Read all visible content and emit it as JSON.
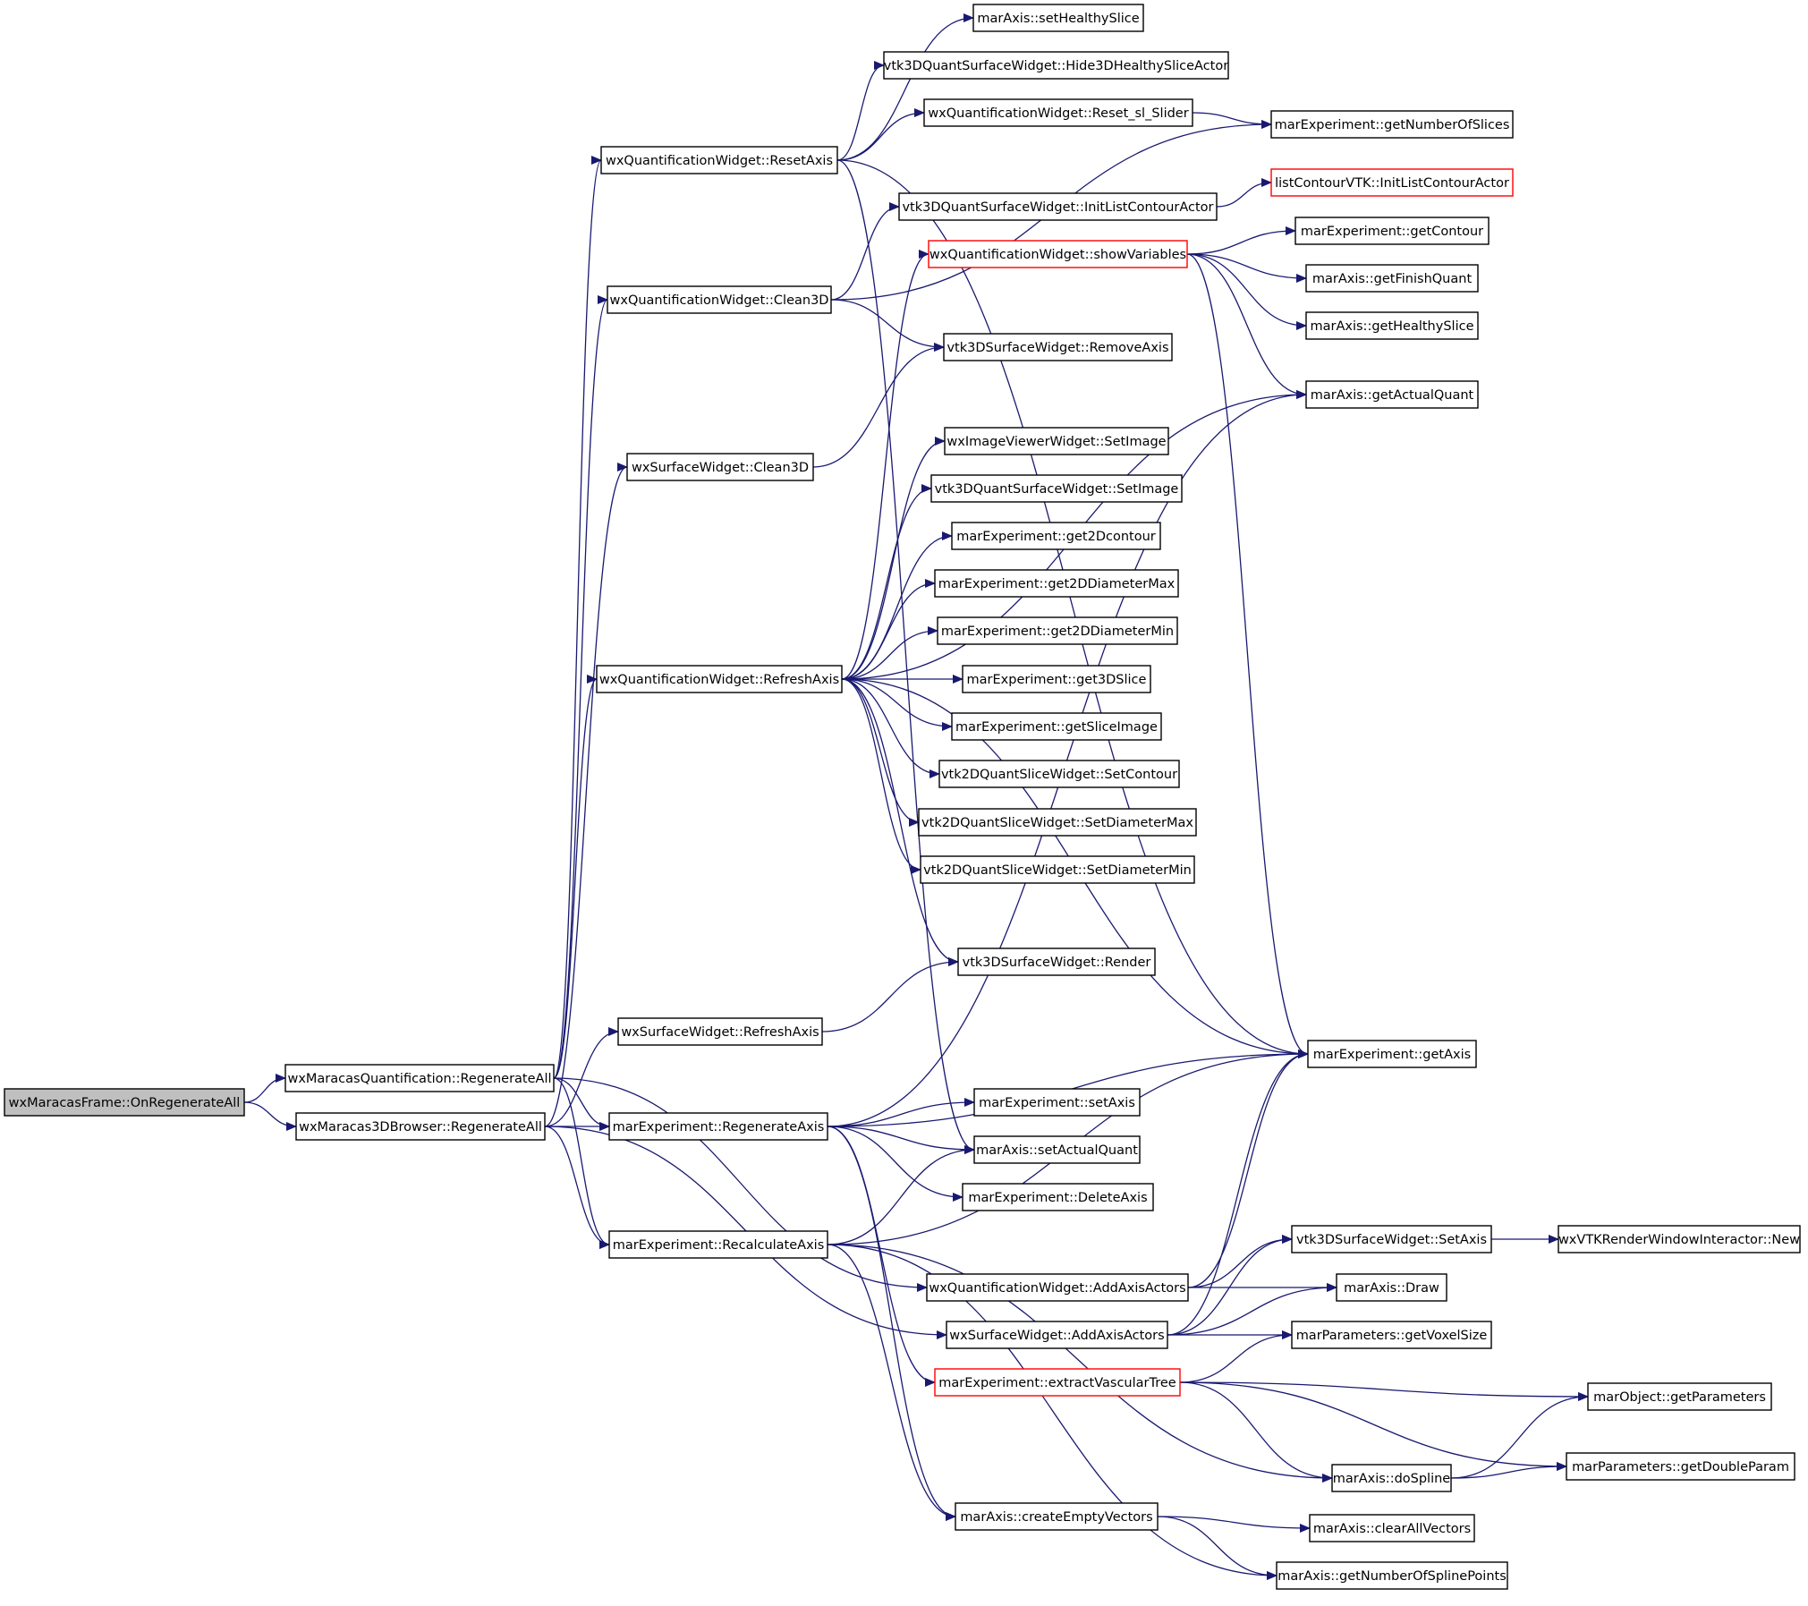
{
  "colors": {
    "edge": "#191970",
    "root_fill": "#bfbfbf",
    "truncated_border": "#ff0000",
    "border": "#000000"
  },
  "nodes": [
    {
      "id": "n0",
      "label": "wxMaracasFrame::OnRegenerateAll",
      "style": "root"
    },
    {
      "id": "n1",
      "label": "wxMaracasQuantification::RegenerateAll"
    },
    {
      "id": "n2",
      "label": "wxMaracas3DBrowser::RegenerateAll"
    },
    {
      "id": "n3",
      "label": "wxQuantificationWidget::ResetAxis"
    },
    {
      "id": "n4",
      "label": "wxQuantificationWidget::Clean3D"
    },
    {
      "id": "n5",
      "label": "wxSurfaceWidget::Clean3D"
    },
    {
      "id": "n6",
      "label": "wxQuantificationWidget::RefreshAxis"
    },
    {
      "id": "n7",
      "label": "wxSurfaceWidget::RefreshAxis"
    },
    {
      "id": "n8",
      "label": "marExperiment::RegenerateAxis"
    },
    {
      "id": "n9",
      "label": "marExperiment::RecalculateAxis"
    },
    {
      "id": "n10",
      "label": "marAxis::setHealthySlice"
    },
    {
      "id": "n11",
      "label": "vtk3DQuantSurfaceWidget::Hide3DHealthySliceActor"
    },
    {
      "id": "n12",
      "label": "wxQuantificationWidget::Reset_sl_Slider"
    },
    {
      "id": "n13",
      "label": "marExperiment::getNumberOfSlices"
    },
    {
      "id": "n14",
      "label": "vtk3DQuantSurfaceWidget::InitListContourActor"
    },
    {
      "id": "n15",
      "label": "listContourVTK::InitListContourActor",
      "style": "truncated"
    },
    {
      "id": "n16",
      "label": "wxQuantificationWidget::showVariables",
      "style": "truncated"
    },
    {
      "id": "n17",
      "label": "marExperiment::getContour"
    },
    {
      "id": "n18",
      "label": "marAxis::getFinishQuant"
    },
    {
      "id": "n19",
      "label": "marAxis::getHealthySlice"
    },
    {
      "id": "n20",
      "label": "vtk3DSurfaceWidget::RemoveAxis"
    },
    {
      "id": "n21",
      "label": "marAxis::getActualQuant"
    },
    {
      "id": "n22",
      "label": "wxImageViewerWidget::SetImage"
    },
    {
      "id": "n23",
      "label": "vtk3DQuantSurfaceWidget::SetImage"
    },
    {
      "id": "n24",
      "label": "marExperiment::get2Dcontour"
    },
    {
      "id": "n25",
      "label": "marExperiment::get2DDiameterMax"
    },
    {
      "id": "n26",
      "label": "marExperiment::get2DDiameterMin"
    },
    {
      "id": "n27",
      "label": "marExperiment::get3DSlice"
    },
    {
      "id": "n28",
      "label": "marExperiment::getSliceImage"
    },
    {
      "id": "n29",
      "label": "vtk2DQuantSliceWidget::SetContour"
    },
    {
      "id": "n30",
      "label": "vtk2DQuantSliceWidget::SetDiameterMax"
    },
    {
      "id": "n31",
      "label": "vtk2DQuantSliceWidget::SetDiameterMin"
    },
    {
      "id": "n32",
      "label": "vtk3DSurfaceWidget::Render"
    },
    {
      "id": "n33",
      "label": "marExperiment::getAxis"
    },
    {
      "id": "n34",
      "label": "marExperiment::setAxis"
    },
    {
      "id": "n35",
      "label": "marAxis::setActualQuant"
    },
    {
      "id": "n36",
      "label": "marExperiment::DeleteAxis"
    },
    {
      "id": "n37",
      "label": "vtk3DSurfaceWidget::SetAxis"
    },
    {
      "id": "n38",
      "label": "wxVTKRenderWindowInteractor::New"
    },
    {
      "id": "n39",
      "label": "wxQuantificationWidget::AddAxisActors"
    },
    {
      "id": "n40",
      "label": "marAxis::Draw"
    },
    {
      "id": "n41",
      "label": "wxSurfaceWidget::AddAxisActors"
    },
    {
      "id": "n42",
      "label": "marParameters::getVoxelSize"
    },
    {
      "id": "n43",
      "label": "marExperiment::extractVascularTree",
      "style": "truncated"
    },
    {
      "id": "n44",
      "label": "marObject::getParameters"
    },
    {
      "id": "n45",
      "label": "marAxis::doSpline"
    },
    {
      "id": "n46",
      "label": "marParameters::getDoubleParam"
    },
    {
      "id": "n47",
      "label": "marAxis::createEmptyVectors"
    },
    {
      "id": "n48",
      "label": "marAxis::clearAllVectors"
    },
    {
      "id": "n49",
      "label": "marAxis::getNumberOfSplinePoints"
    }
  ],
  "edges": [
    {
      "from": "n0",
      "to": "n1"
    },
    {
      "from": "n0",
      "to": "n2"
    },
    {
      "from": "n1",
      "to": "n3"
    },
    {
      "from": "n1",
      "to": "n4"
    },
    {
      "from": "n1",
      "to": "n6"
    },
    {
      "from": "n1",
      "to": "n8"
    },
    {
      "from": "n1",
      "to": "n9"
    },
    {
      "from": "n1",
      "to": "n39"
    },
    {
      "from": "n2",
      "to": "n5"
    },
    {
      "from": "n2",
      "to": "n7"
    },
    {
      "from": "n2",
      "to": "n8"
    },
    {
      "from": "n2",
      "to": "n9"
    },
    {
      "from": "n2",
      "to": "n41"
    },
    {
      "from": "n3",
      "to": "n10"
    },
    {
      "from": "n3",
      "to": "n11"
    },
    {
      "from": "n3",
      "to": "n12"
    },
    {
      "from": "n3",
      "to": "n33"
    },
    {
      "from": "n3",
      "to": "n35"
    },
    {
      "from": "n12",
      "to": "n13"
    },
    {
      "from": "n4",
      "to": "n13"
    },
    {
      "from": "n4",
      "to": "n14"
    },
    {
      "from": "n4",
      "to": "n20"
    },
    {
      "from": "n14",
      "to": "n15"
    },
    {
      "from": "n5",
      "to": "n20"
    },
    {
      "from": "n6",
      "to": "n16"
    },
    {
      "from": "n6",
      "to": "n21"
    },
    {
      "from": "n6",
      "to": "n22"
    },
    {
      "from": "n6",
      "to": "n23"
    },
    {
      "from": "n6",
      "to": "n24"
    },
    {
      "from": "n6",
      "to": "n25"
    },
    {
      "from": "n6",
      "to": "n26"
    },
    {
      "from": "n6",
      "to": "n27"
    },
    {
      "from": "n6",
      "to": "n28"
    },
    {
      "from": "n6",
      "to": "n29"
    },
    {
      "from": "n6",
      "to": "n30"
    },
    {
      "from": "n6",
      "to": "n31"
    },
    {
      "from": "n6",
      "to": "n32"
    },
    {
      "from": "n6",
      "to": "n33"
    },
    {
      "from": "n16",
      "to": "n17"
    },
    {
      "from": "n16",
      "to": "n18"
    },
    {
      "from": "n16",
      "to": "n19"
    },
    {
      "from": "n16",
      "to": "n21"
    },
    {
      "from": "n16",
      "to": "n33"
    },
    {
      "from": "n7",
      "to": "n32"
    },
    {
      "from": "n8",
      "to": "n21"
    },
    {
      "from": "n8",
      "to": "n33"
    },
    {
      "from": "n8",
      "to": "n34"
    },
    {
      "from": "n8",
      "to": "n35"
    },
    {
      "from": "n8",
      "to": "n36"
    },
    {
      "from": "n8",
      "to": "n43"
    },
    {
      "from": "n8",
      "to": "n47"
    },
    {
      "from": "n9",
      "to": "n33"
    },
    {
      "from": "n9",
      "to": "n35"
    },
    {
      "from": "n9",
      "to": "n45"
    },
    {
      "from": "n9",
      "to": "n47"
    },
    {
      "from": "n9",
      "to": "n49"
    },
    {
      "from": "n39",
      "to": "n33"
    },
    {
      "from": "n39",
      "to": "n37"
    },
    {
      "from": "n39",
      "to": "n40"
    },
    {
      "from": "n41",
      "to": "n33"
    },
    {
      "from": "n41",
      "to": "n37"
    },
    {
      "from": "n41",
      "to": "n40"
    },
    {
      "from": "n41",
      "to": "n42"
    },
    {
      "from": "n37",
      "to": "n38"
    },
    {
      "from": "n43",
      "to": "n42"
    },
    {
      "from": "n43",
      "to": "n44"
    },
    {
      "from": "n43",
      "to": "n45"
    },
    {
      "from": "n43",
      "to": "n46"
    },
    {
      "from": "n45",
      "to": "n44"
    },
    {
      "from": "n45",
      "to": "n46"
    },
    {
      "from": "n47",
      "to": "n48"
    },
    {
      "from": "n47",
      "to": "n49"
    }
  ]
}
